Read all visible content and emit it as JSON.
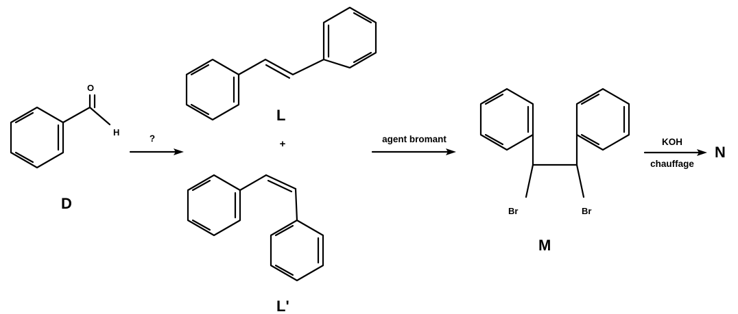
{
  "compounds": {
    "D": "D",
    "L": "L",
    "L_prime": "L'",
    "M": "M",
    "N": "N"
  },
  "atoms": {
    "oxygen": "O",
    "hydrogen": "H",
    "bromine_1": "Br",
    "bromine_2": "Br"
  },
  "arrows": {
    "step1": {
      "label_above": "?"
    },
    "step2": {
      "label_above": "agent bromant"
    },
    "step3": {
      "label_above": "KOH",
      "label_below": "chauffage"
    }
  },
  "plus_sign": "+",
  "colors": {
    "ink": "#000000",
    "background": "#ffffff"
  }
}
